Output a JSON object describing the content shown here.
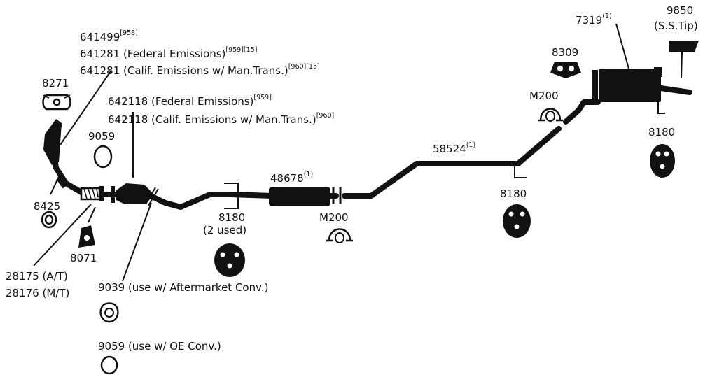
{
  "labels": {
    "l641499": {
      "text": "641499",
      "sup": "[958]"
    },
    "l641281f": {
      "text": "641281 (Federal Emissions)",
      "sup": "[959][15]"
    },
    "l641281c": {
      "text": "641281 (Calif. Emissions w/ Man.Trans.)",
      "sup": "[960][15]"
    },
    "l8271": {
      "text": "8271"
    },
    "l642118f": {
      "text": "642118 (Federal Emissions)",
      "sup": "[959]"
    },
    "l642118c": {
      "text": "642118 (Calif. Emissions w/ Man.Trans.)",
      "sup": "[960]"
    },
    "l9059a": {
      "text": "9059"
    },
    "l8425": {
      "text": "8425"
    },
    "l8071": {
      "text": "8071"
    },
    "l28175": {
      "text": "28175 (A/T)"
    },
    "l28176": {
      "text": "28176 (M/T)"
    },
    "l9039": {
      "text": "9039 (use w/ Aftermarket Conv.)"
    },
    "l9059b": {
      "text": "9059 (use w/ OE Conv.)"
    },
    "l8180a": {
      "text": "8180"
    },
    "l2used": {
      "text": "(2 used)"
    },
    "l48678": {
      "text": "48678",
      "sup": "(1)"
    },
    "lM200a": {
      "text": "M200"
    },
    "l58524": {
      "text": "58524",
      "sup": "(1)"
    },
    "l8180b": {
      "text": "8180"
    },
    "lM200b": {
      "text": "M200"
    },
    "l8309": {
      "text": "8309"
    },
    "l7319": {
      "text": "7319",
      "sup": "(1)"
    },
    "l9850": {
      "text": "9850"
    },
    "lSS": {
      "text": "(S.S.Tip)"
    },
    "l8180c": {
      "text": "8180"
    }
  }
}
